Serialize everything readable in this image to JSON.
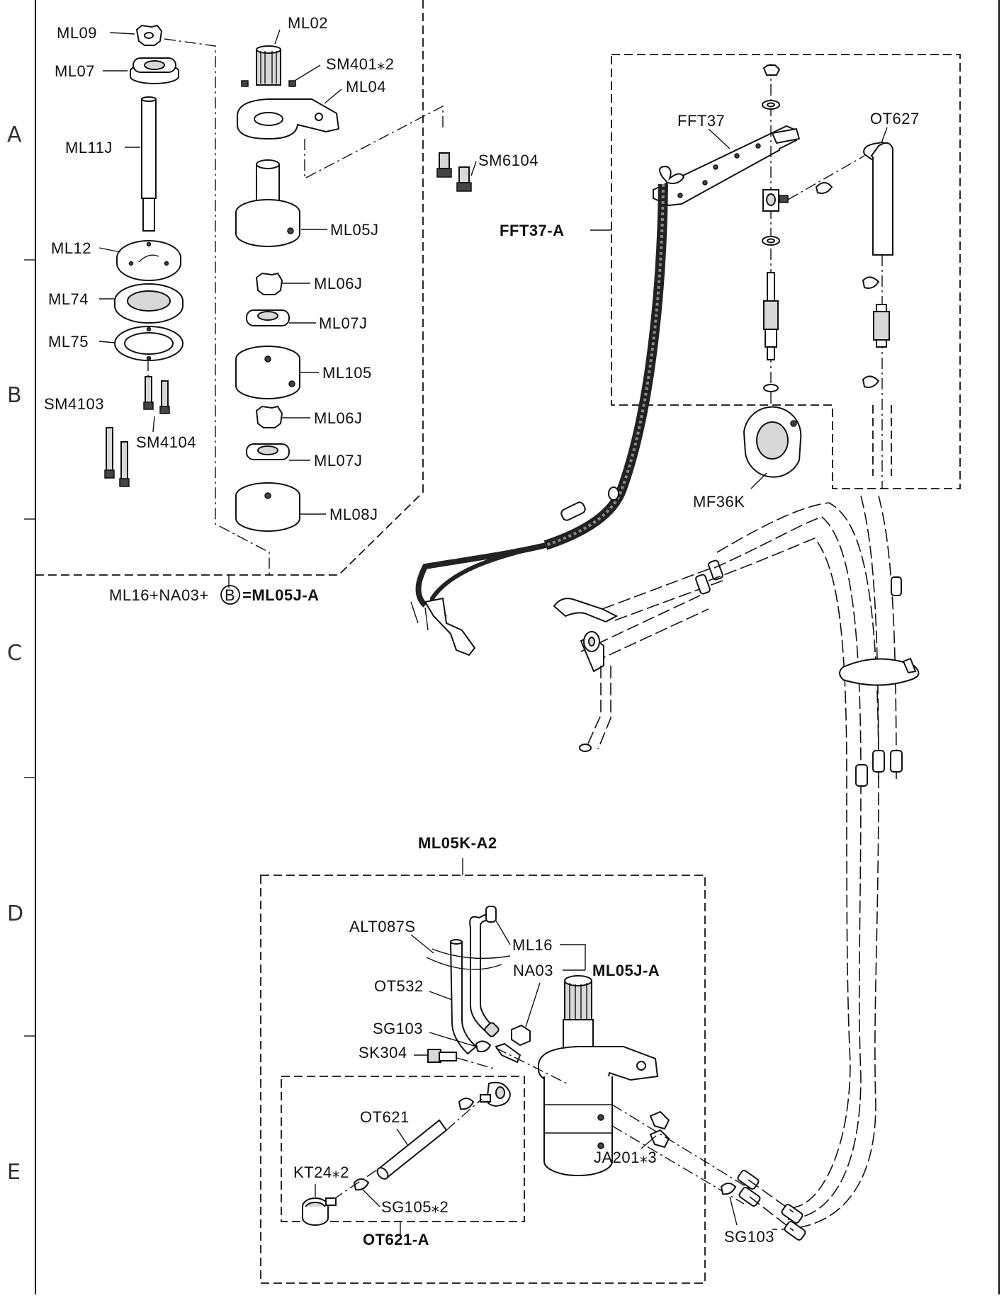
{
  "row_markers": [
    "A",
    "B",
    "C",
    "D",
    "E"
  ],
  "groups": {
    "ml05j_assembly": "ML16+NA03+",
    "ml05j_assembly_circle": "B",
    "ml05j_assembly_result": "=ML05J-A",
    "fft37_group": "FFT37-A",
    "ml05k_group": "ML05K-A2",
    "ml05j_a": "ML05J-A",
    "ot621_group": "OT621-A"
  },
  "parts": {
    "ml09": "ML09",
    "ml07": "ML07",
    "ml11j": "ML11J",
    "ml12": "ML12",
    "ml74": "ML74",
    "ml75": "ML75",
    "sm4103": "SM4103",
    "sm4104": "SM4104",
    "ml02": "ML02",
    "sm401": "SM401⁎2",
    "ml04": "ML04",
    "sm6104": "SM6104",
    "ml05j": "ML05J",
    "ml06j_1": "ML06J",
    "ml07j_1": "ML07J",
    "ml105": "ML105",
    "ml06j_2": "ML06J",
    "ml07j_2": "ML07J",
    "ml08j": "ML08J",
    "fft37": "FFT37",
    "ot627": "OT627",
    "mf36k": "MF36K",
    "alt087s": "ALT087S",
    "ml16": "ML16",
    "na03": "NA03",
    "ot532": "OT532",
    "sg103_a": "SG103",
    "sk304": "SK304",
    "ot621": "OT621",
    "kt24": "KT24⁎2",
    "sg105": "SG105⁎2",
    "ja201": "JA201⁎3",
    "sg103_b": "SG103"
  }
}
